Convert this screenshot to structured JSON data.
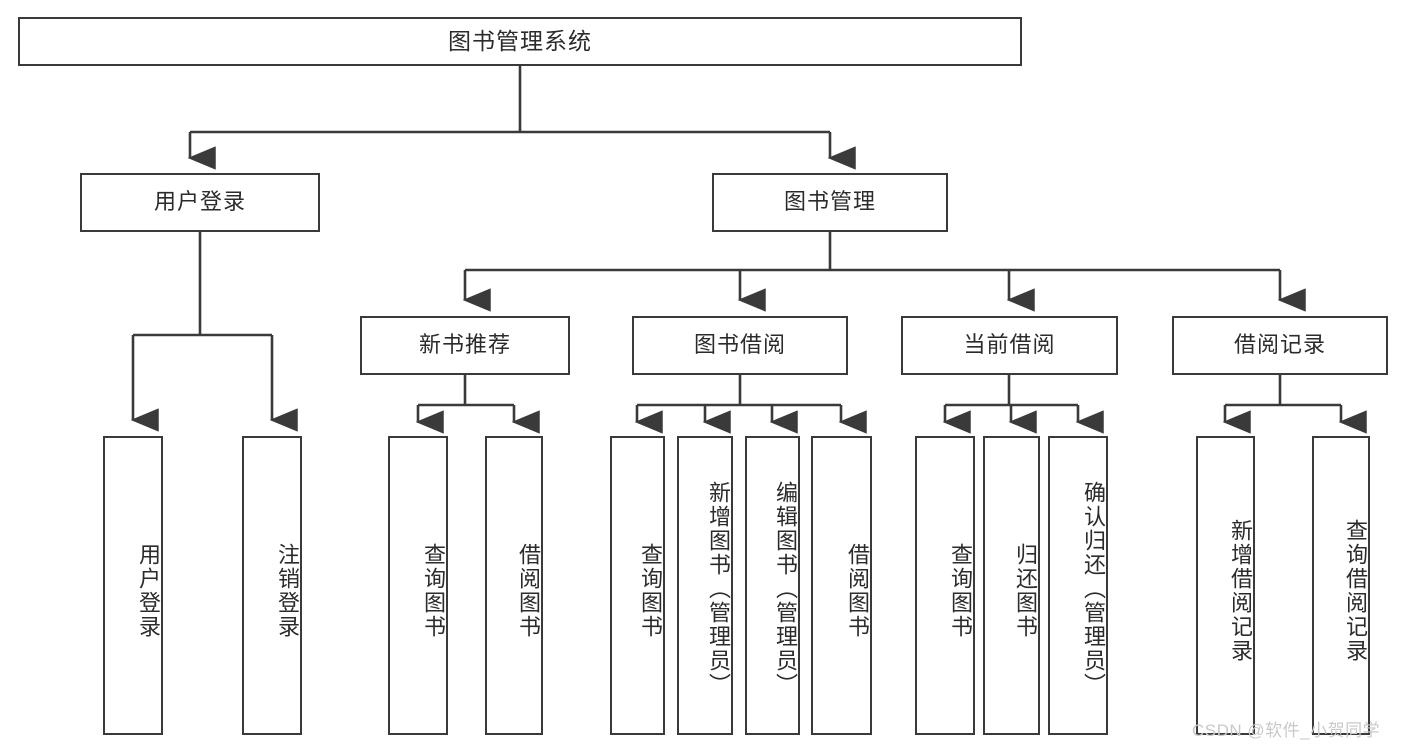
{
  "diagram": {
    "title": "图书管理系统",
    "watermark": "CSDN @软件_小贺同学",
    "colors": {
      "box_border": "#3a3a3a",
      "box_fill": "#ffffff",
      "line": "#3a3a3a",
      "text": "#2b2b2b",
      "watermark": "#c9c9c9",
      "background": "#ffffff"
    },
    "root": {
      "label": "图书管理系统"
    },
    "level2": [
      {
        "label": "用户登录"
      },
      {
        "label": "图书管理"
      }
    ],
    "level3": [
      {
        "label": "新书推荐"
      },
      {
        "label": "图书借阅"
      },
      {
        "label": "当前借阅"
      },
      {
        "label": "借阅记录"
      }
    ],
    "leaves": {
      "user_login": [
        {
          "label": "用户登录"
        },
        {
          "label": "注销登录"
        }
      ],
      "new_book_recommend": [
        {
          "label": "查询图书"
        },
        {
          "label": "借阅图书"
        }
      ],
      "book_borrow": [
        {
          "label": "查询图书"
        },
        {
          "label": "新增图书（管理员）"
        },
        {
          "label": "编辑图书（管理员）"
        },
        {
          "label": "借阅图书"
        }
      ],
      "current_borrow": [
        {
          "label": "查询图书"
        },
        {
          "label": "归还图书"
        },
        {
          "label": "确认归还（管理员）"
        }
      ],
      "borrow_record": [
        {
          "label": "新增借阅记录"
        },
        {
          "label": "查询借阅记录"
        }
      ]
    }
  }
}
